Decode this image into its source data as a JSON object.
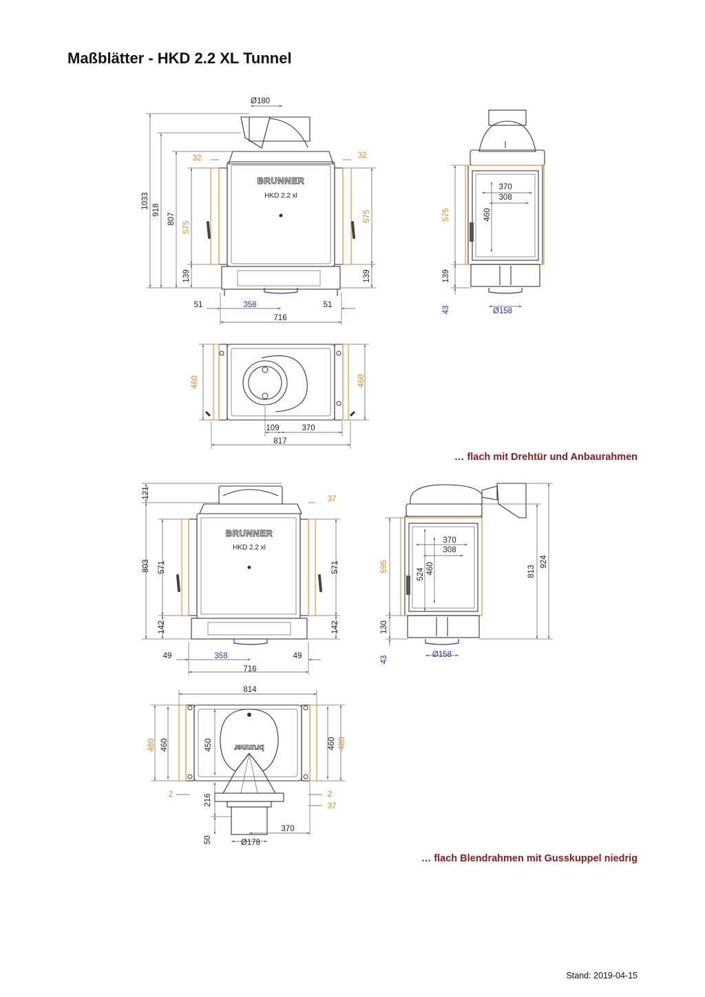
{
  "title": "Maßblätter - HKD 2.2 XL Tunnel",
  "caption_top": "… flach mit Drehtür und Anbaurahmen",
  "caption_bottom": "… flach Blendrahmen mit Gusskuppel niedrig",
  "stand": "Stand: 2019-04-15",
  "brand": "BRUNNER",
  "model": "HKD 2.2 xl",
  "top_base": "brunner",
  "colors": {
    "dimension_text": "#222222",
    "frame_dim": "#e08a1e",
    "flue_dim": "#2b35b8",
    "caption": "#8b1a1a"
  },
  "drawing1_front": {
    "d_top": "Ø180",
    "h_total": "1033",
    "h_918": "918",
    "h_807": "807",
    "frame_h": "575",
    "frame_h_r": "575",
    "h_base": "139",
    "h_base_r": "139",
    "frame_l": "32",
    "frame_r": "32",
    "side_l": "51",
    "side_r": "51",
    "flue": "358",
    "width": "716"
  },
  "drawing1_side": {
    "w_370": "370",
    "w_308": "308",
    "h_460": "460",
    "frame_h": "575",
    "h_139": "139",
    "h_43": "43",
    "d_flue": "Ø158"
  },
  "drawing1_top": {
    "left_h": "460",
    "right_h": "460",
    "off_109": "109",
    "w_370": "370",
    "w_817": "817"
  },
  "drawing2_front": {
    "h_121": "121",
    "frame_r": "37",
    "h_803": "803",
    "h_571": "571",
    "h_571_r": "571",
    "h_142": "142",
    "h_142_r": "142",
    "side_l": "49",
    "side_r": "49",
    "flue": "358",
    "width": "716"
  },
  "drawing2_side": {
    "w_370": "370",
    "w_308": "308",
    "h_524": "524",
    "h_460": "460",
    "frame_h": "595",
    "h_813": "813",
    "h_924": "924",
    "h_130": "130",
    "h_43": "43",
    "d_flue": "Ø158"
  },
  "drawing2_top": {
    "w_814": "814",
    "left_480": "480",
    "left_460": "460",
    "h_450": "450",
    "right_460": "460",
    "right_480": "480",
    "left_2": "2",
    "right_2": "2",
    "right_37": "37",
    "h_216": "216",
    "w_370": "370",
    "h_50": "50",
    "d_flue": "Ø178"
  }
}
